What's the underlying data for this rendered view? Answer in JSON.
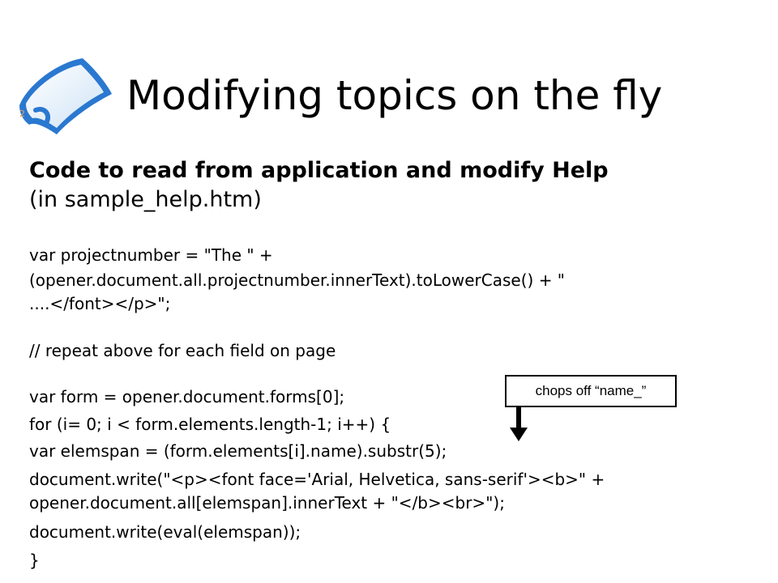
{
  "slide": {
    "number": "2",
    "title": "Modifying topics on the fly",
    "heading_bold": "Code to read from application and modify Help",
    "heading_normal": "(in sample_help.htm)"
  },
  "code": {
    "line1": "var projectnumber = \"The \" +",
    "line2": "(opener.document.all.projectnumber.innerText).toLowerCase() + \"",
    "line3": "....</font></p>\";",
    "comment": "// repeat above for each field on page",
    "line5": "var form = opener.document.forms[0];",
    "line6": "for (i= 0; i < form.elements.length-1; i++) {",
    "line7": "var elemspan = (form.elements[i].name).substr(5);",
    "line8a": "document.write(\"<p><font face='Arial, Helvetica, sans-serif'><b>\" +",
    "line8b": "opener.document.all[elemspan].innerText + \"</b><br>\");",
    "line9": "document.write(eval(elemspan));",
    "line10": "}"
  },
  "callout": {
    "text": "chops off “name_”"
  },
  "icons": {
    "logo": "help-topic-page-icon",
    "arrow": "down-arrow-icon"
  }
}
